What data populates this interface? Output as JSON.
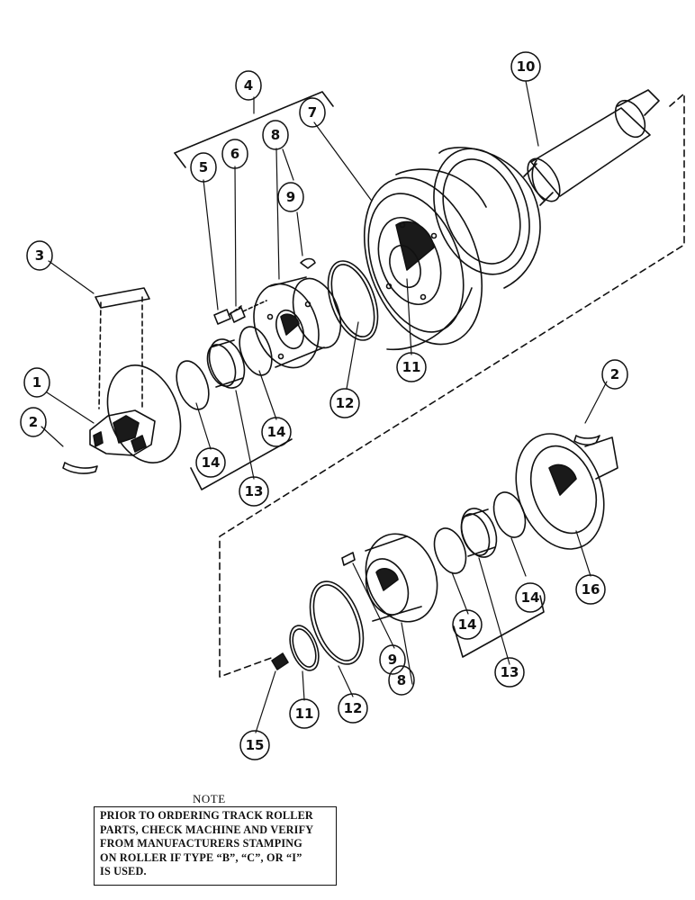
{
  "callouts": {
    "c1": "1",
    "c2a": "2",
    "c2b": "2",
    "c3": "3",
    "c4": "4",
    "c5": "5",
    "c6": "6",
    "c7": "7",
    "c8a": "8",
    "c8b": "8",
    "c9a": "9",
    "c9b": "9",
    "c10": "10",
    "c11a": "11",
    "c11b": "11",
    "c12a": "12",
    "c12b": "12",
    "c13a": "13",
    "c13b": "13",
    "c14a": "14",
    "c14b": "14",
    "c14c": "14",
    "c14d": "14",
    "c15": "15",
    "c16": "16"
  },
  "note": {
    "title": "NOTE",
    "text": "PRIOR TO ORDERING TRACK ROLLER\nPARTS, CHECK MACHINE AND VERIFY\nFROM MANUFACTURERS STAMPING\nON ROLLER IF TYPE “B”, “C”, OR “I”\nIS USED."
  },
  "colors": {
    "ink": "#111111",
    "shade": "#1a1a1a",
    "paper": "#ffffff"
  }
}
